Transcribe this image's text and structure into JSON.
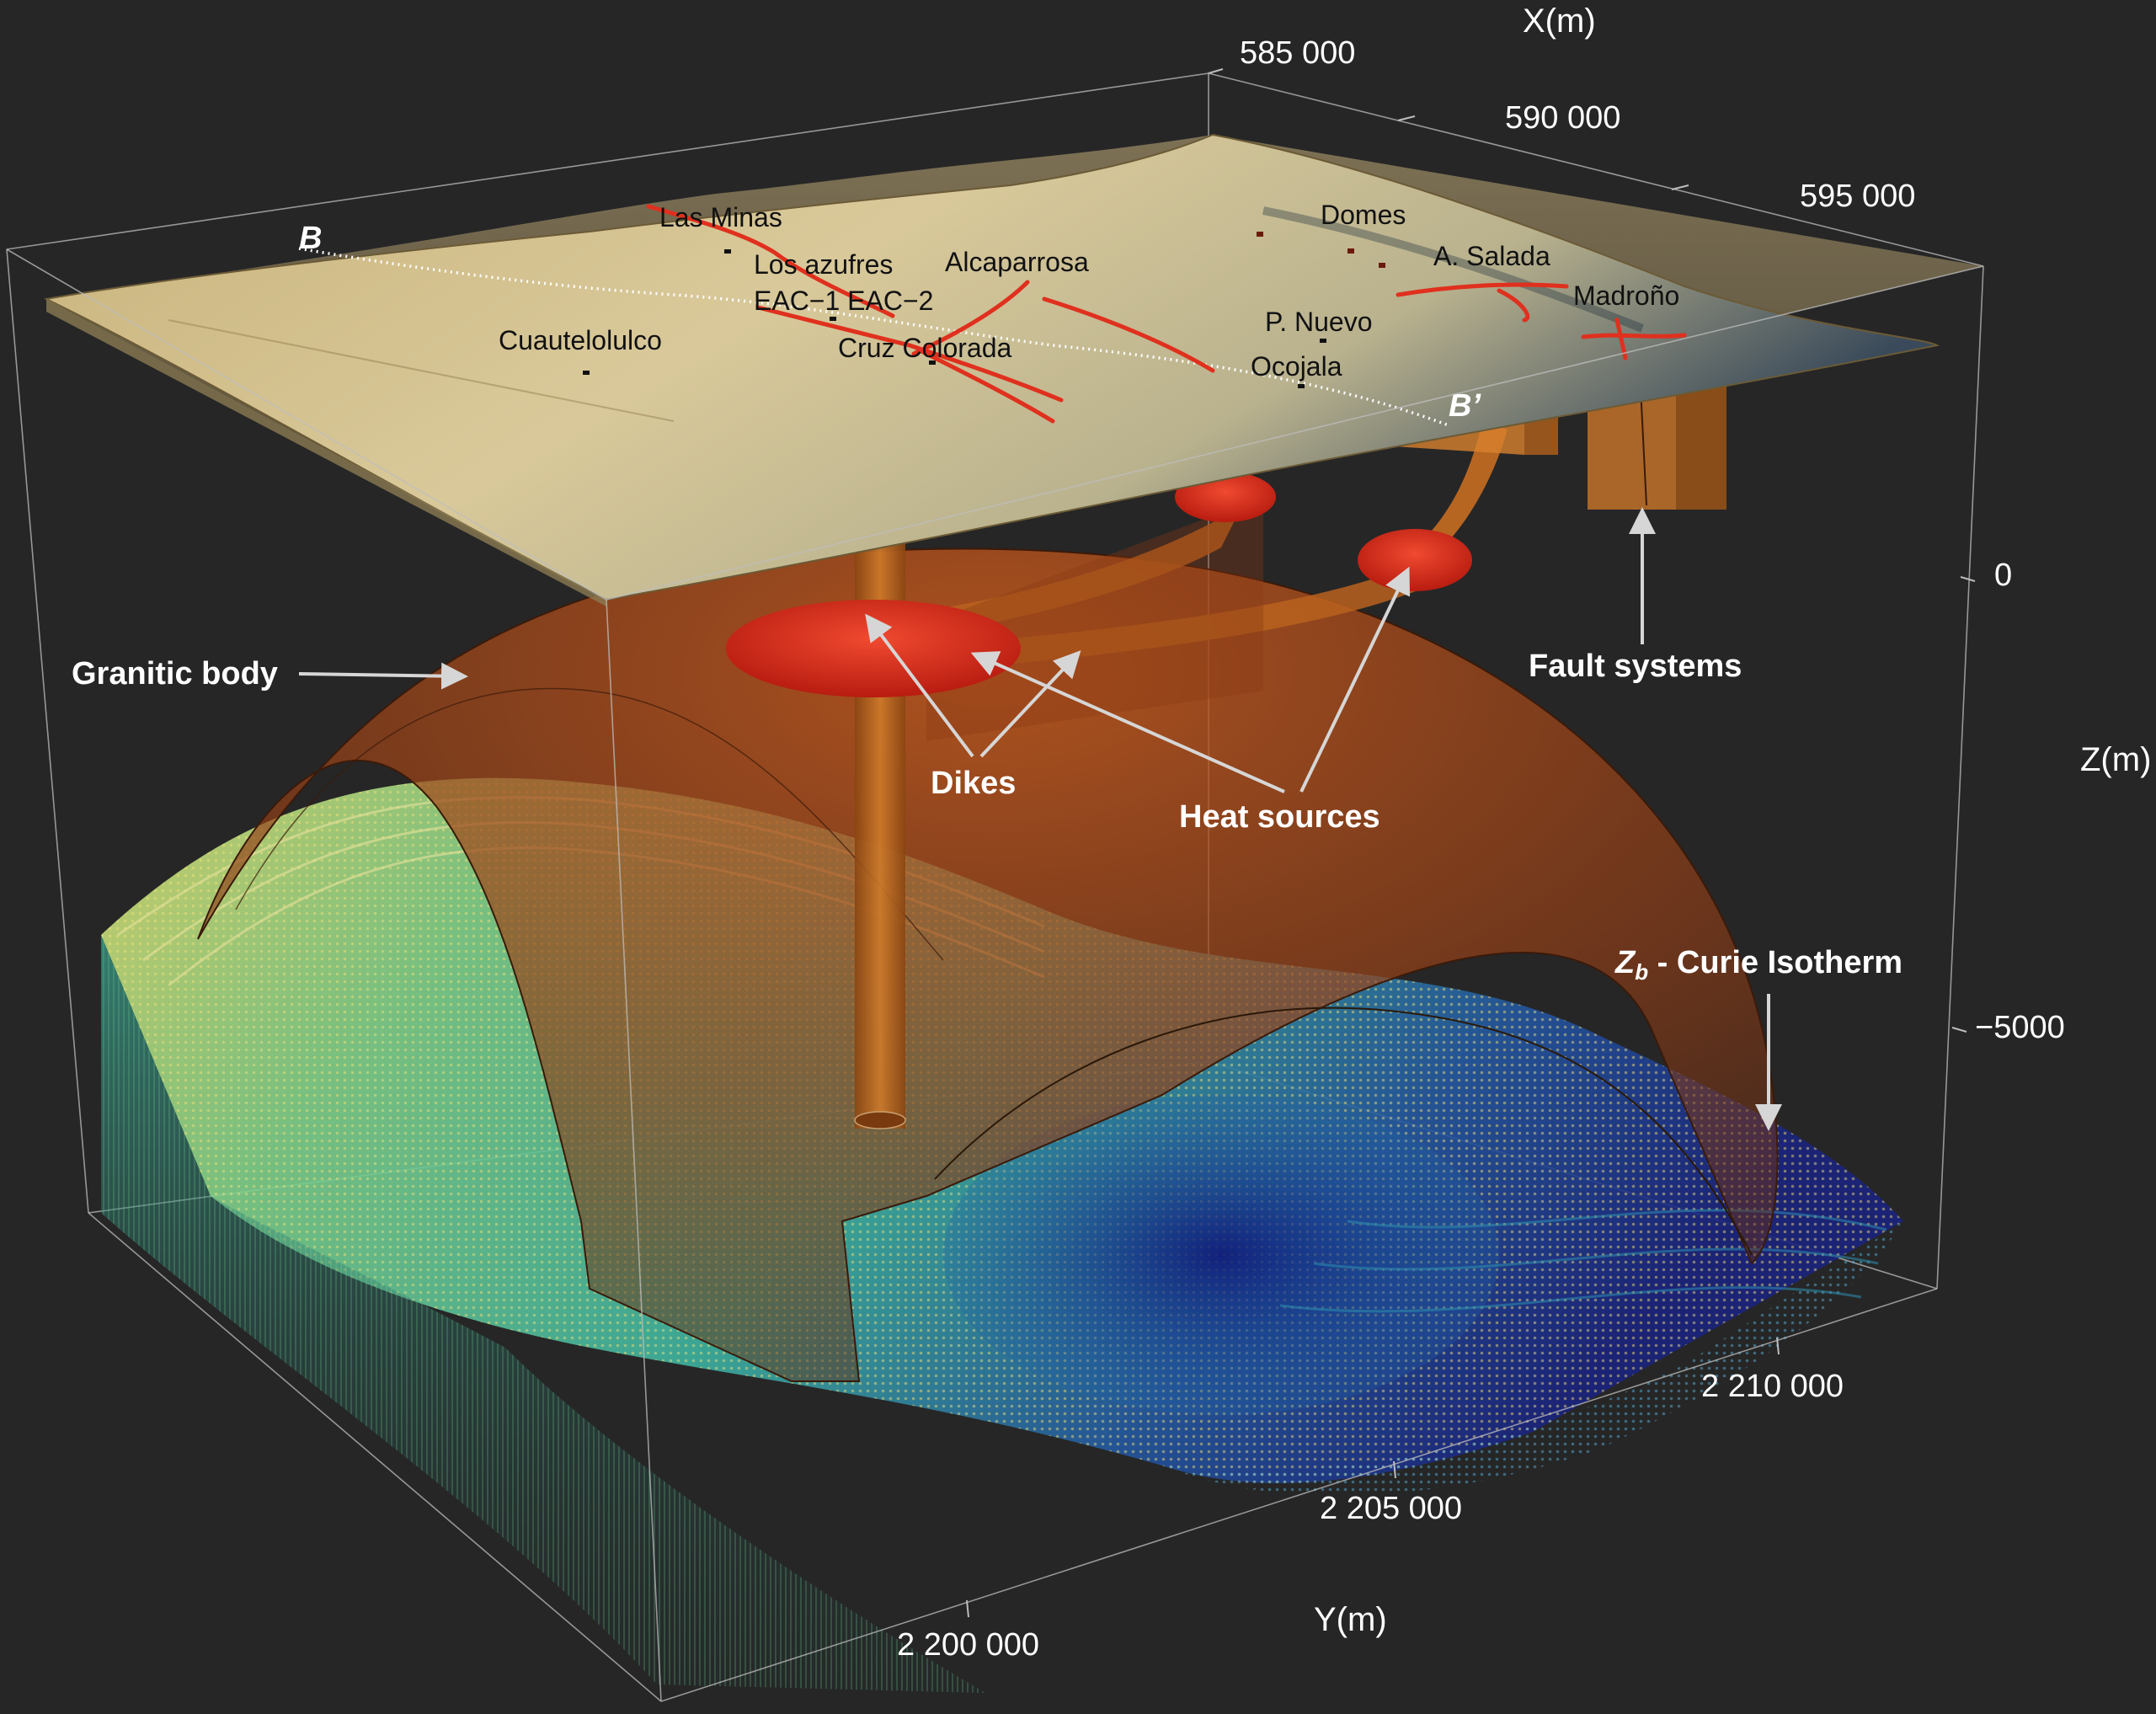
{
  "axes": {
    "x_title": "X(m)",
    "y_title": "Y(m)",
    "z_title": "Z(m)",
    "x_ticks": [
      "585 000",
      "590 000",
      "595 000"
    ],
    "y_ticks": [
      "2 200 000",
      "2 205 000",
      "2 210 000"
    ],
    "z_ticks": [
      "0",
      "−5000"
    ]
  },
  "places": {
    "las_minas": "Las Minas",
    "los_azufres": "Los azufres",
    "eac": "EAC−1 EAC−2",
    "alcaparrosa": "Alcaparrosa",
    "cruz_colorada": "Cruz Colorada",
    "cuautelolulco": "Cuautelolulco",
    "domes": "Domes",
    "a_salada": "A. Salada",
    "madrono": "Madroño",
    "p_nuevo": "P. Nuevo",
    "ocojala": "Ocojala"
  },
  "profile": {
    "start": "B",
    "end": "B’"
  },
  "callouts": {
    "granitic_body": "Granitic body",
    "dikes": "Dikes",
    "heat_sources": "Heat sources",
    "fault_systems": "Fault systems",
    "curie_symbol": "Z",
    "curie_subscript": "b",
    "curie_text": " - Curie Isotherm"
  },
  "colors": {
    "background": "#262626",
    "terrain": "#cdb984",
    "granite": "#b5501c",
    "dike": "#b8621e",
    "heat_source": "#d42a18",
    "fault": "#e0301e",
    "curie_high": "#e5dc6a",
    "curie_mid": "#4fc19a",
    "curie_low": "#1c2f8a"
  }
}
